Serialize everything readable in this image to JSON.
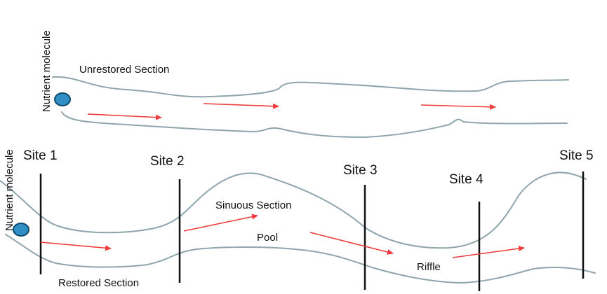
{
  "colors": {
    "bank": "#8fa5ad",
    "flow_arrow": "#ef3b3b",
    "molecule_fill": "#2f8fc4",
    "molecule_stroke": "#0d4a6e",
    "site_line": "#111111"
  },
  "unrestored": {
    "title": "Unrestored Section",
    "nutrient_label": "Nutrient molecule"
  },
  "restored": {
    "title": "Restored Section",
    "nutrient_label": "Nutrient molecule",
    "sinuous_label": "Sinuous Section",
    "pool_label": "Pool",
    "riffle_label": "Riffle"
  },
  "sites": [
    {
      "label": "Site 1"
    },
    {
      "label": "Site 2"
    },
    {
      "label": "Site 3"
    },
    {
      "label": "Site 4"
    },
    {
      "label": "Site 5"
    }
  ]
}
